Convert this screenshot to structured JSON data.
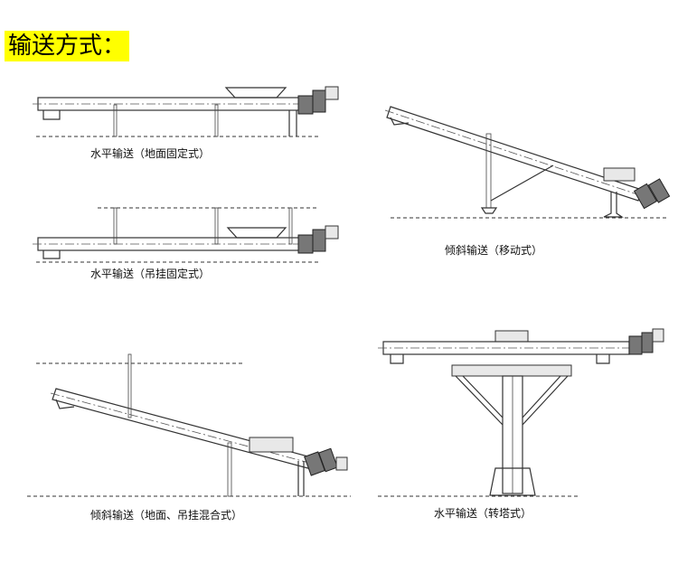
{
  "title": "输送方式：",
  "captions": {
    "horizontal_ground": "水平输送（地面固定式）",
    "horizontal_hanging": "水平输送（吊挂固定式）",
    "inclined_mobile": "倾斜输送（移动式）",
    "inclined_mixed": "倾斜输送（地面、吊挂混合式）",
    "horizontal_tower": "水平输送（转塔式）"
  }
}
